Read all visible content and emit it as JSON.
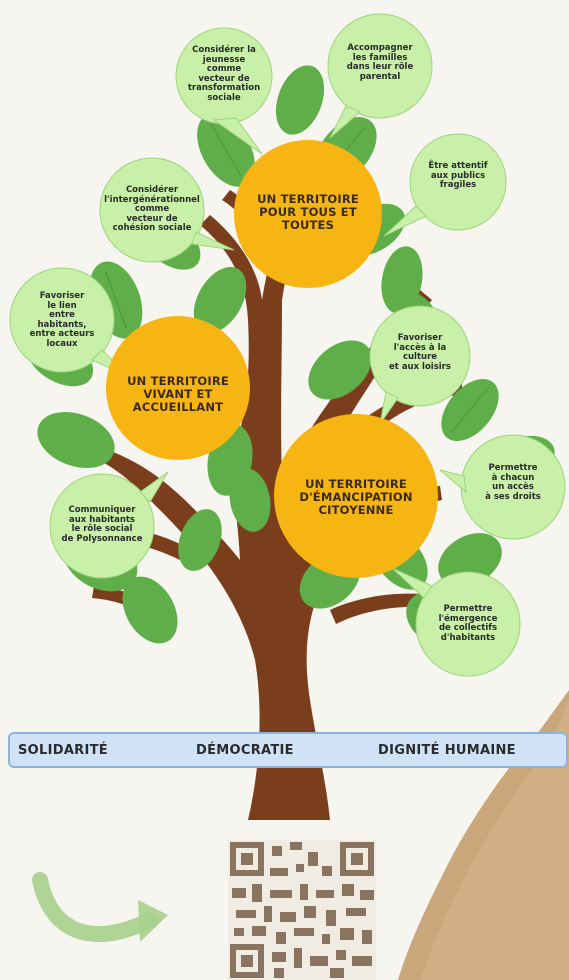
{
  "center_top": "UN TERRITOIRE\nPOUR TOUS ET\nTOUTES",
  "center_left": "UN TERRITOIRE\nVIVANT ET\nACCUEILLANT",
  "center_right": "UN TERRITOIRE\nD'ÉMANCIPATION\nCITOYENNE",
  "bubbles": {
    "jeunesse": "Considérer la\njeunesse\ncomme\nvecteur de\ntransformation\nsociale",
    "familles": "Accompagner\nles familles\ndans leur rôle\nparental",
    "fragiles": "Être attentif\naux publics\nfragiles",
    "intergen": "Considérer\nl'intergénérationnel\ncomme\nvecteur de\ncohésion sociale",
    "lien": "Favoriser\nle lien\nentre\nhabitants,\nentre acteurs\nlocaux",
    "culture": "Favoriser\nl'accès à la\nculture\net aux loisirs",
    "droits": "Permettre\nà chacun\nun accès\nà ses droits",
    "communiquer": "Communiquer\naux habitants\nle rôle social\nde Polysonnance",
    "collectifs": "Permettre\nl'émergence\nde collectifs\nd'habitants"
  },
  "values": [
    "SOLIDARITÉ",
    "DÉMOCRATIE",
    "DIGNITÉ HUMAINE"
  ],
  "colors": {
    "leaf": "#5fae4a",
    "bubble": "#c8f0a8",
    "circle": "#f6b512",
    "trunk": "#7a3e1d",
    "bar": "#cfe2f6"
  }
}
